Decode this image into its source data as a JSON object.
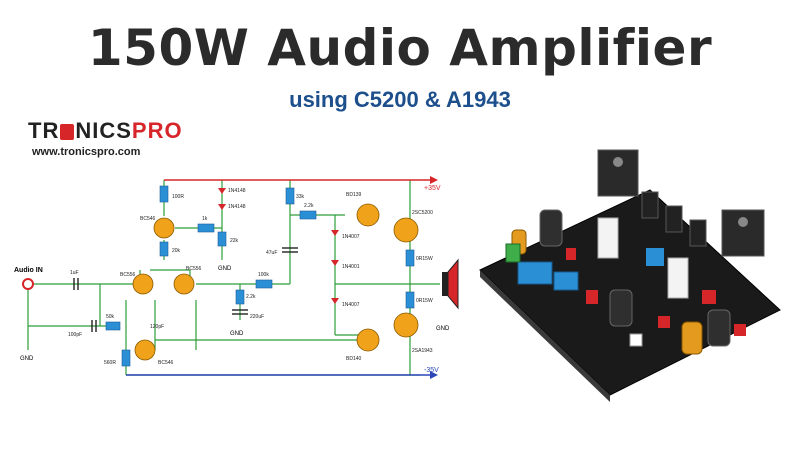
{
  "header": {
    "title": "150W Audio Amplifier",
    "subtitle": "using C5200 & A1943"
  },
  "brand": {
    "logo_text_a": "TR",
    "logo_text_b": "NICS",
    "logo_text_c": "PRO",
    "website": "www.tronicspro.com"
  },
  "schematic": {
    "input_label": "Audio IN",
    "gnd_label": "GND",
    "supply_pos": "+35V",
    "supply_neg": "-35V",
    "labels": {
      "c_1uF": "1uF",
      "c_100pF": "100pF",
      "r_50k": "50k",
      "r_100R": "100R",
      "q_bc546_top": "BC546",
      "q_bc556_a": "BC556",
      "q_bc556_b": "BC556",
      "q_bc546_bot": "BC546",
      "r_20k": "20k",
      "r_1k": "1k",
      "r_22k": "22k",
      "d_1n4148_a": "1N4148",
      "d_1n4148_b": "1N4148",
      "r_33k": "33k",
      "r_22k_b": "2.2k",
      "c_47uF": "47uF",
      "r_100k": "100k",
      "r_22k_c": "2.2k",
      "c_220uF": "220uF",
      "c_120pF": "120pF",
      "r_560R": "560R",
      "q_bd139": "BD139",
      "q_bd140": "BD140",
      "d_1n4007_a": "1N4007",
      "d_1n4001": "1N4001",
      "d_1n4007_b": "1N4007",
      "q_2sc5200": "2SC5200",
      "q_2sa1943": "2SA1943",
      "r_0r15w_a": "0R15W",
      "r_0r15w_b": "0R15W"
    }
  },
  "colors": {
    "title": "#2b2b2b",
    "subtitle": "#1c4f8c",
    "brand_red": "#d7262a",
    "wire_green": "#2e9e3a",
    "rail_red": "#d7262a",
    "rail_blue": "#2a46b8",
    "resistor_fill": "#2b8fd6",
    "transistor_fill": "#f0a21a",
    "pcb_black": "#1a1a1a"
  }
}
